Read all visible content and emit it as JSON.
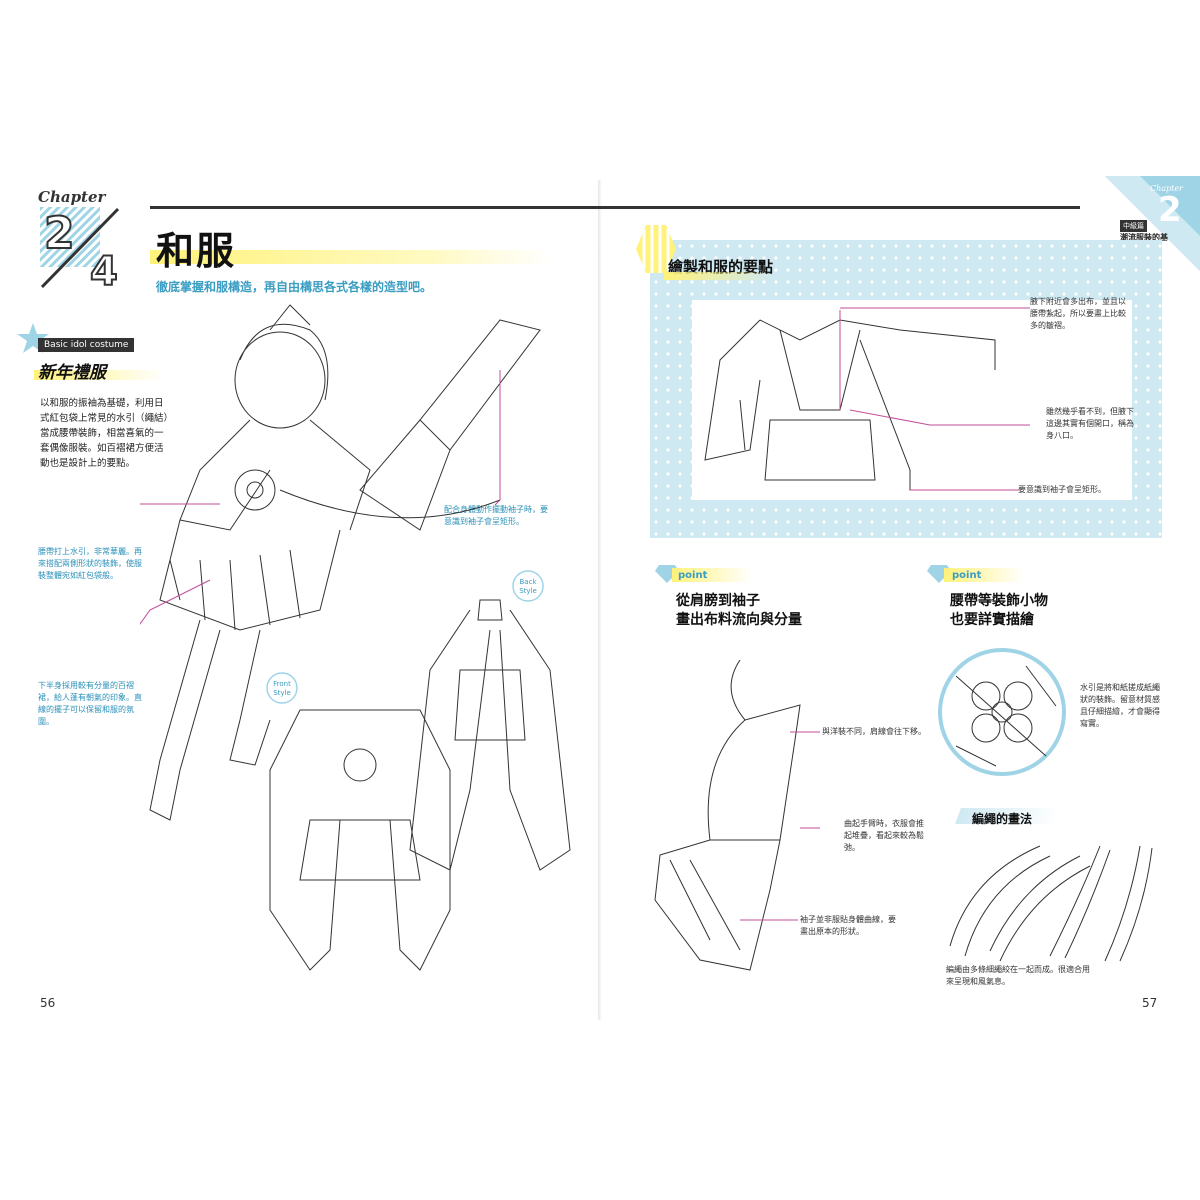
{
  "left_page": {
    "chapter_label": "Chapter",
    "chapter_number": "2",
    "section_number": "4",
    "title": "和服",
    "subtitle": "徹底掌握和服構造，再自由構思各式各樣的造型吧。",
    "tag": "Basic idol costume",
    "section_title": "新年禮服",
    "body": "以和服的振袖為基礎，利用日式紅包袋上常見的水引（繩結）當成腰帶裝飾，相當喜氣的一套偶像服裝。如百褶裙方便活動也是設計上的要點。",
    "notes": {
      "sleeve_motion": "配合身體動作擺動袖子時，要意識到袖子會呈矩形。",
      "waist": "腰帶打上水引，非常華麗。再來搭配兩側形狀的裝飾，使服裝整體宛如紅包袋般。",
      "skirt": "下半身採用較有分量的百褶裙，給人蓬有朝氣的印象。直線的擺子可以保留和服的氛圍。"
    },
    "labels": {
      "back": "Back Style",
      "front": "Front Style"
    },
    "page_number": "56"
  },
  "right_page": {
    "corner_chapter": "Chapter",
    "corner_number": "2",
    "corner_tag": "中級篇",
    "corner_text": "潮流服裝的基本款",
    "panel_title": "繪製和服的要點",
    "panel_notes": {
      "underarm": "腋下附近會多出布，並且以腰帶紮起，所以要畫上比較多的皺褶。",
      "front": "雖然幾乎看不到，但腋下這邊其實有個開口，稱為身八口。",
      "sleeve": "要意識到袖子會呈矩形。"
    },
    "point_label": "point",
    "point1_title_l1": "從肩膀到袖子",
    "point1_title_l2": "畫出布料流向與分量",
    "point2_title_l1": "腰帶等裝飾小物",
    "point2_title_l2": "也要詳實描繪",
    "sleeve_notes": {
      "shoulder": "與洋裝不同，肩線會往下移。",
      "elbow": "曲起手臂時，衣服會推起堆疊，看起來較為鬆弛。",
      "bottom": "袖子並非服貼身體曲線，要畫出原本的形狀。"
    },
    "mizuhiki_note": "水引是將和紙搓成紙繩狀的裝飾。留意材質感且仔細描繪，才會顯得寫實。",
    "rope_title": "編繩的畫法",
    "rope_note": "編繩由多條細繩絞在一起而成。很適合用來呈現和風氣息。",
    "page_number": "57"
  },
  "colors": {
    "accent": "#3a9dc2",
    "panel": "#cfe9f2",
    "highlight": "#fff27a",
    "leader": "#c24c9a"
  }
}
